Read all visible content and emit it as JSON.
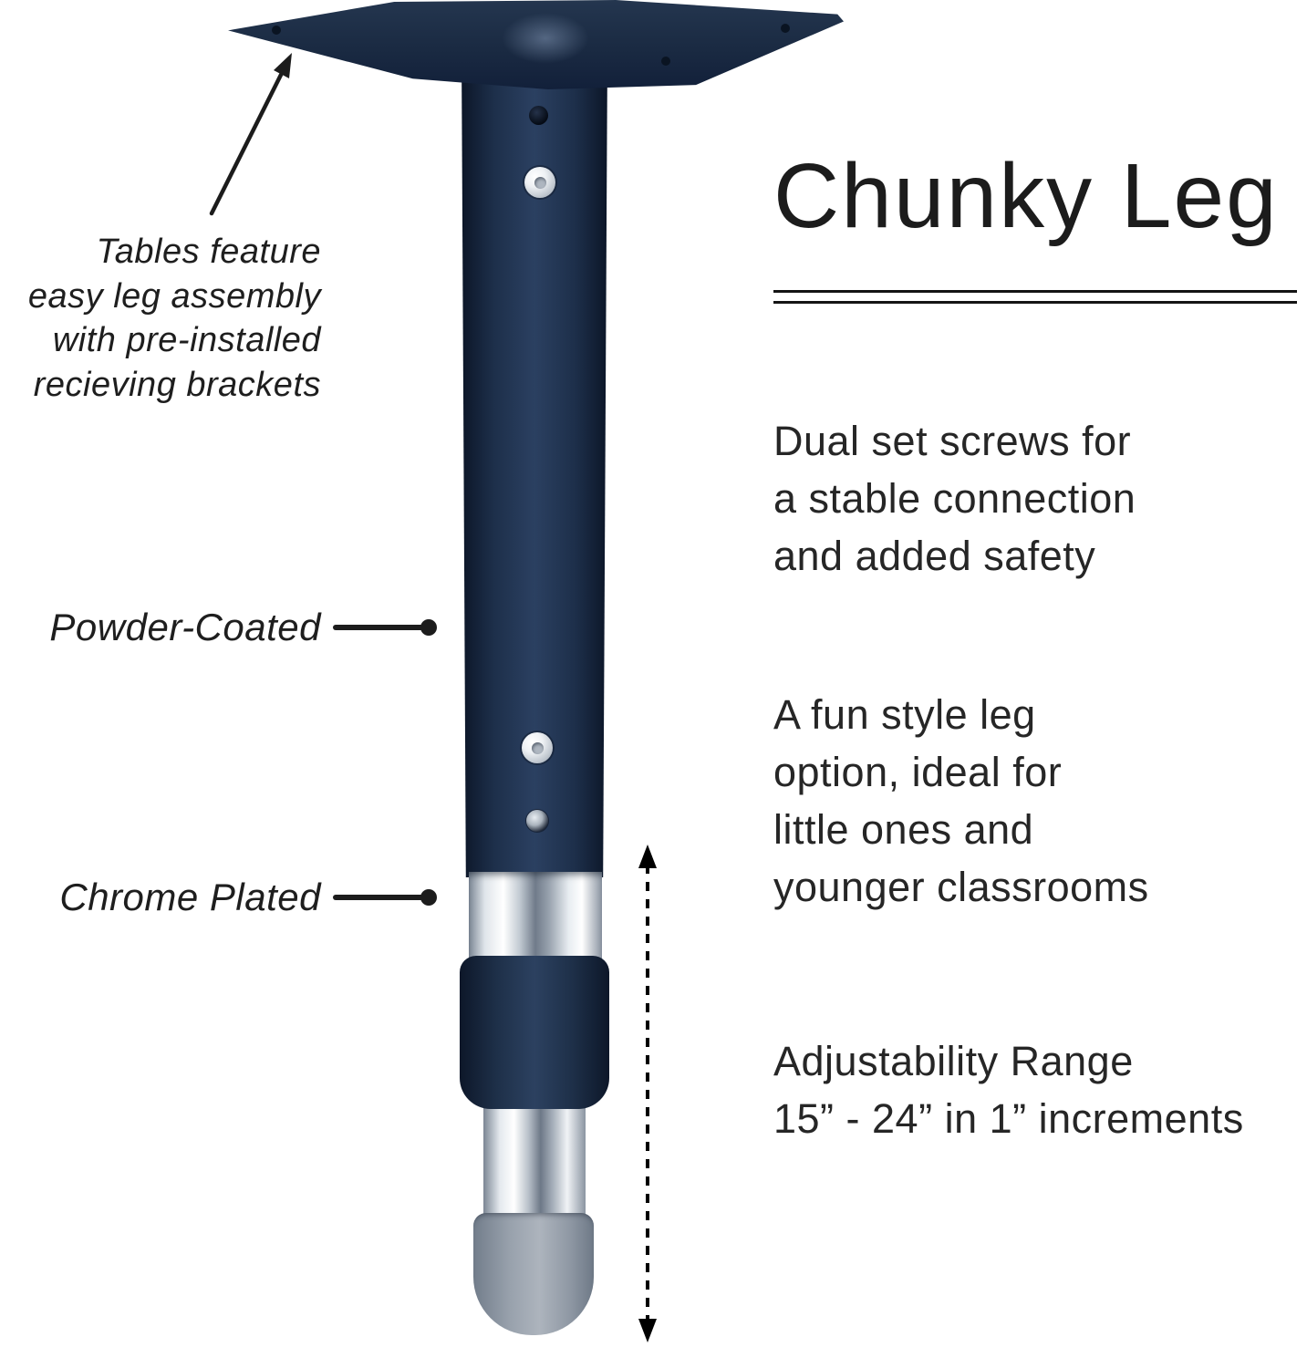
{
  "title": "Chunky Leg",
  "left_annotations": {
    "assembly_note": "Tables feature\neasy leg assembly\nwith pre-installed\nrecieving brackets",
    "powder_label": "Powder-Coated",
    "chrome_label": "Chrome Plated"
  },
  "features": [
    "Dual set screws for\na stable connection\nand added safety",
    "A fun style leg\noption, ideal for\nlittle ones and\nyounger classrooms",
    "Adjustability Range\n15” - 24” in 1” increments"
  ],
  "colors": {
    "navy": "#1d2f4a",
    "navy_dark": "#0c1628",
    "chrome_light": "#ffffff",
    "chrome_mid": "#aab3bf",
    "chrome_dark": "#707b8a",
    "foot_gray": "#8f98a4",
    "ink": "#1c1c1c"
  }
}
